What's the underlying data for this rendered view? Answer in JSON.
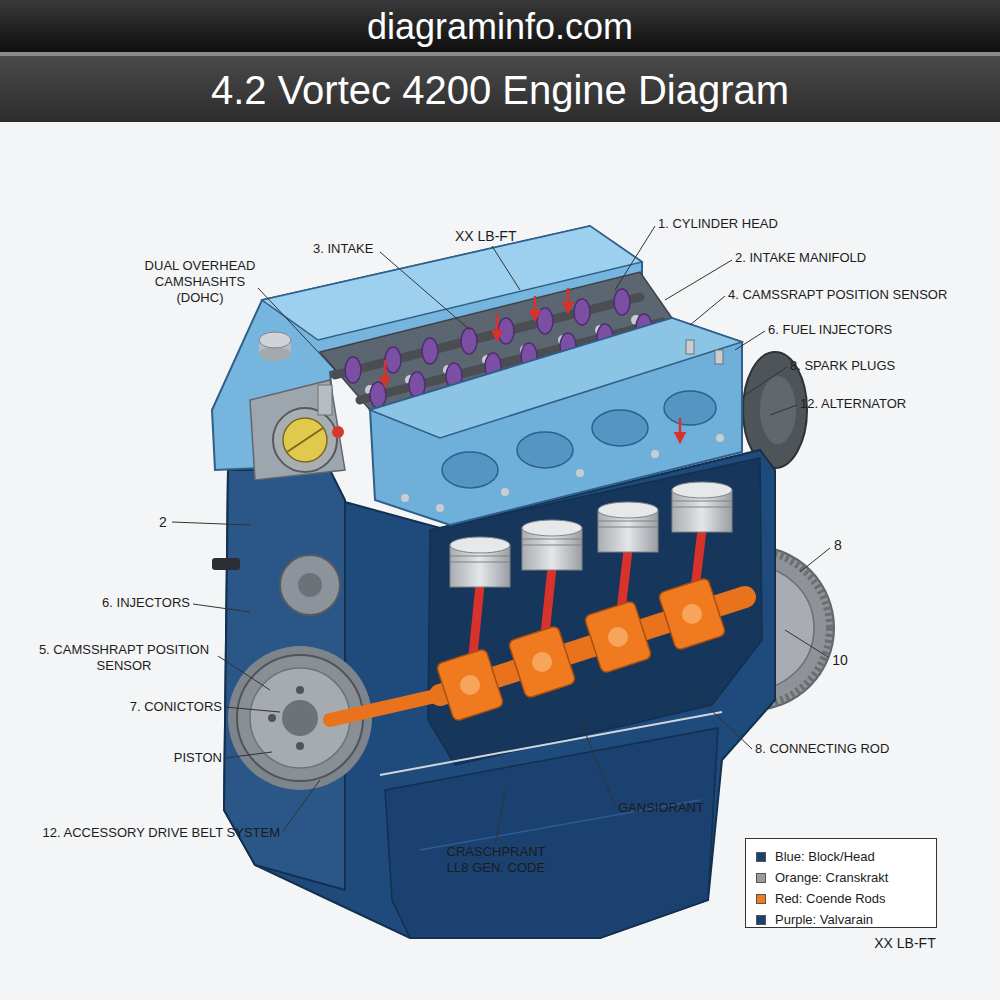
{
  "diagram": {
    "title": "4.2 Vortec 4200 Engine Diagram",
    "labels": [
      "diagraminfo.com",
      "DUAL OVERHEAD CAMSHASHTS (DOHC)",
      "3. INTAKE",
      "XX LB-FT",
      "1. CYLINDER HEAD",
      "2. INTAKE MANIFOLD",
      "4. CAMSSRAPT POSITION SENSOR",
      "6. FUEL INJECTORS",
      "8. SPARK PLUGS",
      "12. ALTERNATOR",
      "2",
      "8",
      "6. INJECTORS",
      "5. CAMSSHRAPT POSITION SENSOR",
      "10",
      "7. CONICTORS",
      "PISTON",
      "8. CONNECTING ROD",
      "GANSIORANT",
      "12. ACCESSORY DRIVE BELT SYSTEM",
      "CRASCHPRANT LL8 GEN. CODE",
      "XX LB-FT"
    ],
    "legend": [
      {
        "text": "Blue: Block/Head",
        "color": "#1f3f6e"
      },
      {
        "text": "Orange: Cranskrakt",
        "color": "#9b9b9b"
      },
      {
        "text": "Red: Coende Rods",
        "color": "#f07a20"
      },
      {
        "text": "Purple: Valvarain",
        "color": "#1f3f6e"
      }
    ]
  }
}
